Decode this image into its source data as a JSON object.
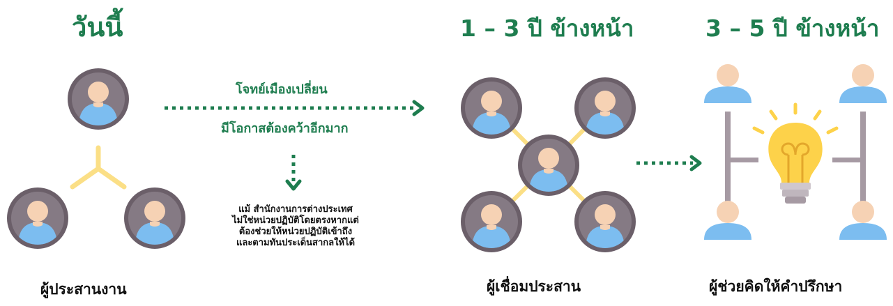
{
  "stages": {
    "today": {
      "heading": "วันนี้",
      "caption": "ผู้ประสานงาน"
    },
    "mid": {
      "heading": "1 – 3 ปี ข้างหน้า",
      "caption": "ผู้เชื่อมประสาน"
    },
    "future": {
      "heading": "3 – 5 ปี ข้างหน้า",
      "caption": "ผู้ช่วยคิดให้คำปรึกษา"
    }
  },
  "transition": {
    "top_text": "โจทย์เมืองเปลี่ยน",
    "bottom_text": "มีโอกาสต้องคว้าอีกมาก"
  },
  "note": {
    "lines": [
      "แม้  สำนักงานการต่างประเทศ",
      "ไม่ใช่หน่วยปฏิบัติโดยตรงหากแต่",
      "ต้องช่วยให้หน่วยปฏิบัติเข้าถึง",
      "และตามทันประเด็นสากลให้ได้"
    ]
  },
  "colors": {
    "accent_green": "#1e7d4f",
    "connector_yellow": "#fbdf86",
    "avatar_ring": "#6b5f69",
    "avatar_inner": "#857a84",
    "skin": "#f6d2b4",
    "shirt": "#7cbdf0",
    "bulb": "#fdd24a",
    "rods": "#a69aa3"
  },
  "icons": [
    "person-avatar-icon",
    "lightbulb-icon",
    "dotted-arrow-icon"
  ]
}
